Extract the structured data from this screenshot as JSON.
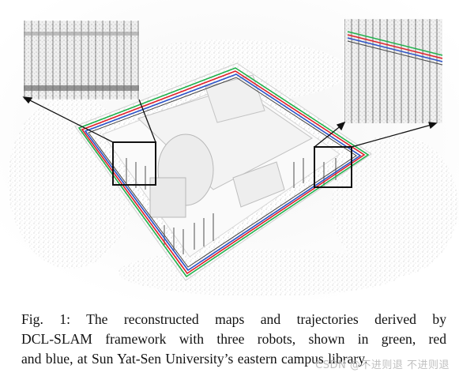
{
  "figure": {
    "caption_lines": [
      "Fig. 1: The reconstructed maps and trajectories derived by",
      "DCL-SLAM framework with three robots, shown in green, red",
      "and blue, at Sun Yat-Sen University’s eastern campus library."
    ],
    "trajectory_colors": {
      "green": "#22b14c",
      "red": "#e0202a",
      "blue": "#2a52c8"
    }
  },
  "watermark": {
    "text": "CSDN @不进则退 不进则退"
  }
}
